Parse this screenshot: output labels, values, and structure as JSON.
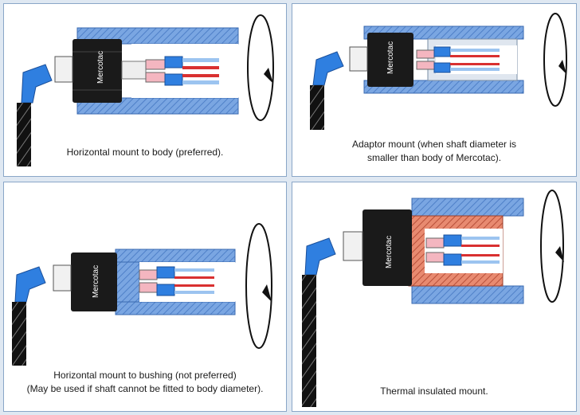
{
  "brand_text": "Mercotac",
  "colors": {
    "housing_blue": "#5b8fd6",
    "housing_hatch": "#8fb4e6",
    "insulator_orange": "#e07a5f",
    "connector_blue": "#2f7fe0",
    "wire_red": "#d93030",
    "wire_light_blue": "#9cc4f0",
    "body_black": "#1a1a1a"
  },
  "panels": [
    {
      "id": "p1",
      "caption_lines": [
        "Horizontal mount to body (preferred)."
      ]
    },
    {
      "id": "p2",
      "caption_lines": [
        "Adaptor mount (when shaft diameter is",
        "smaller than body of Mercotac)."
      ]
    },
    {
      "id": "p3",
      "caption_lines": [
        "Horizontal mount to bushing (not preferred)",
        "(May be used if shaft cannot be fitted to body diameter)."
      ]
    },
    {
      "id": "p4",
      "caption_lines": [
        "Thermal insulated mount."
      ]
    }
  ]
}
